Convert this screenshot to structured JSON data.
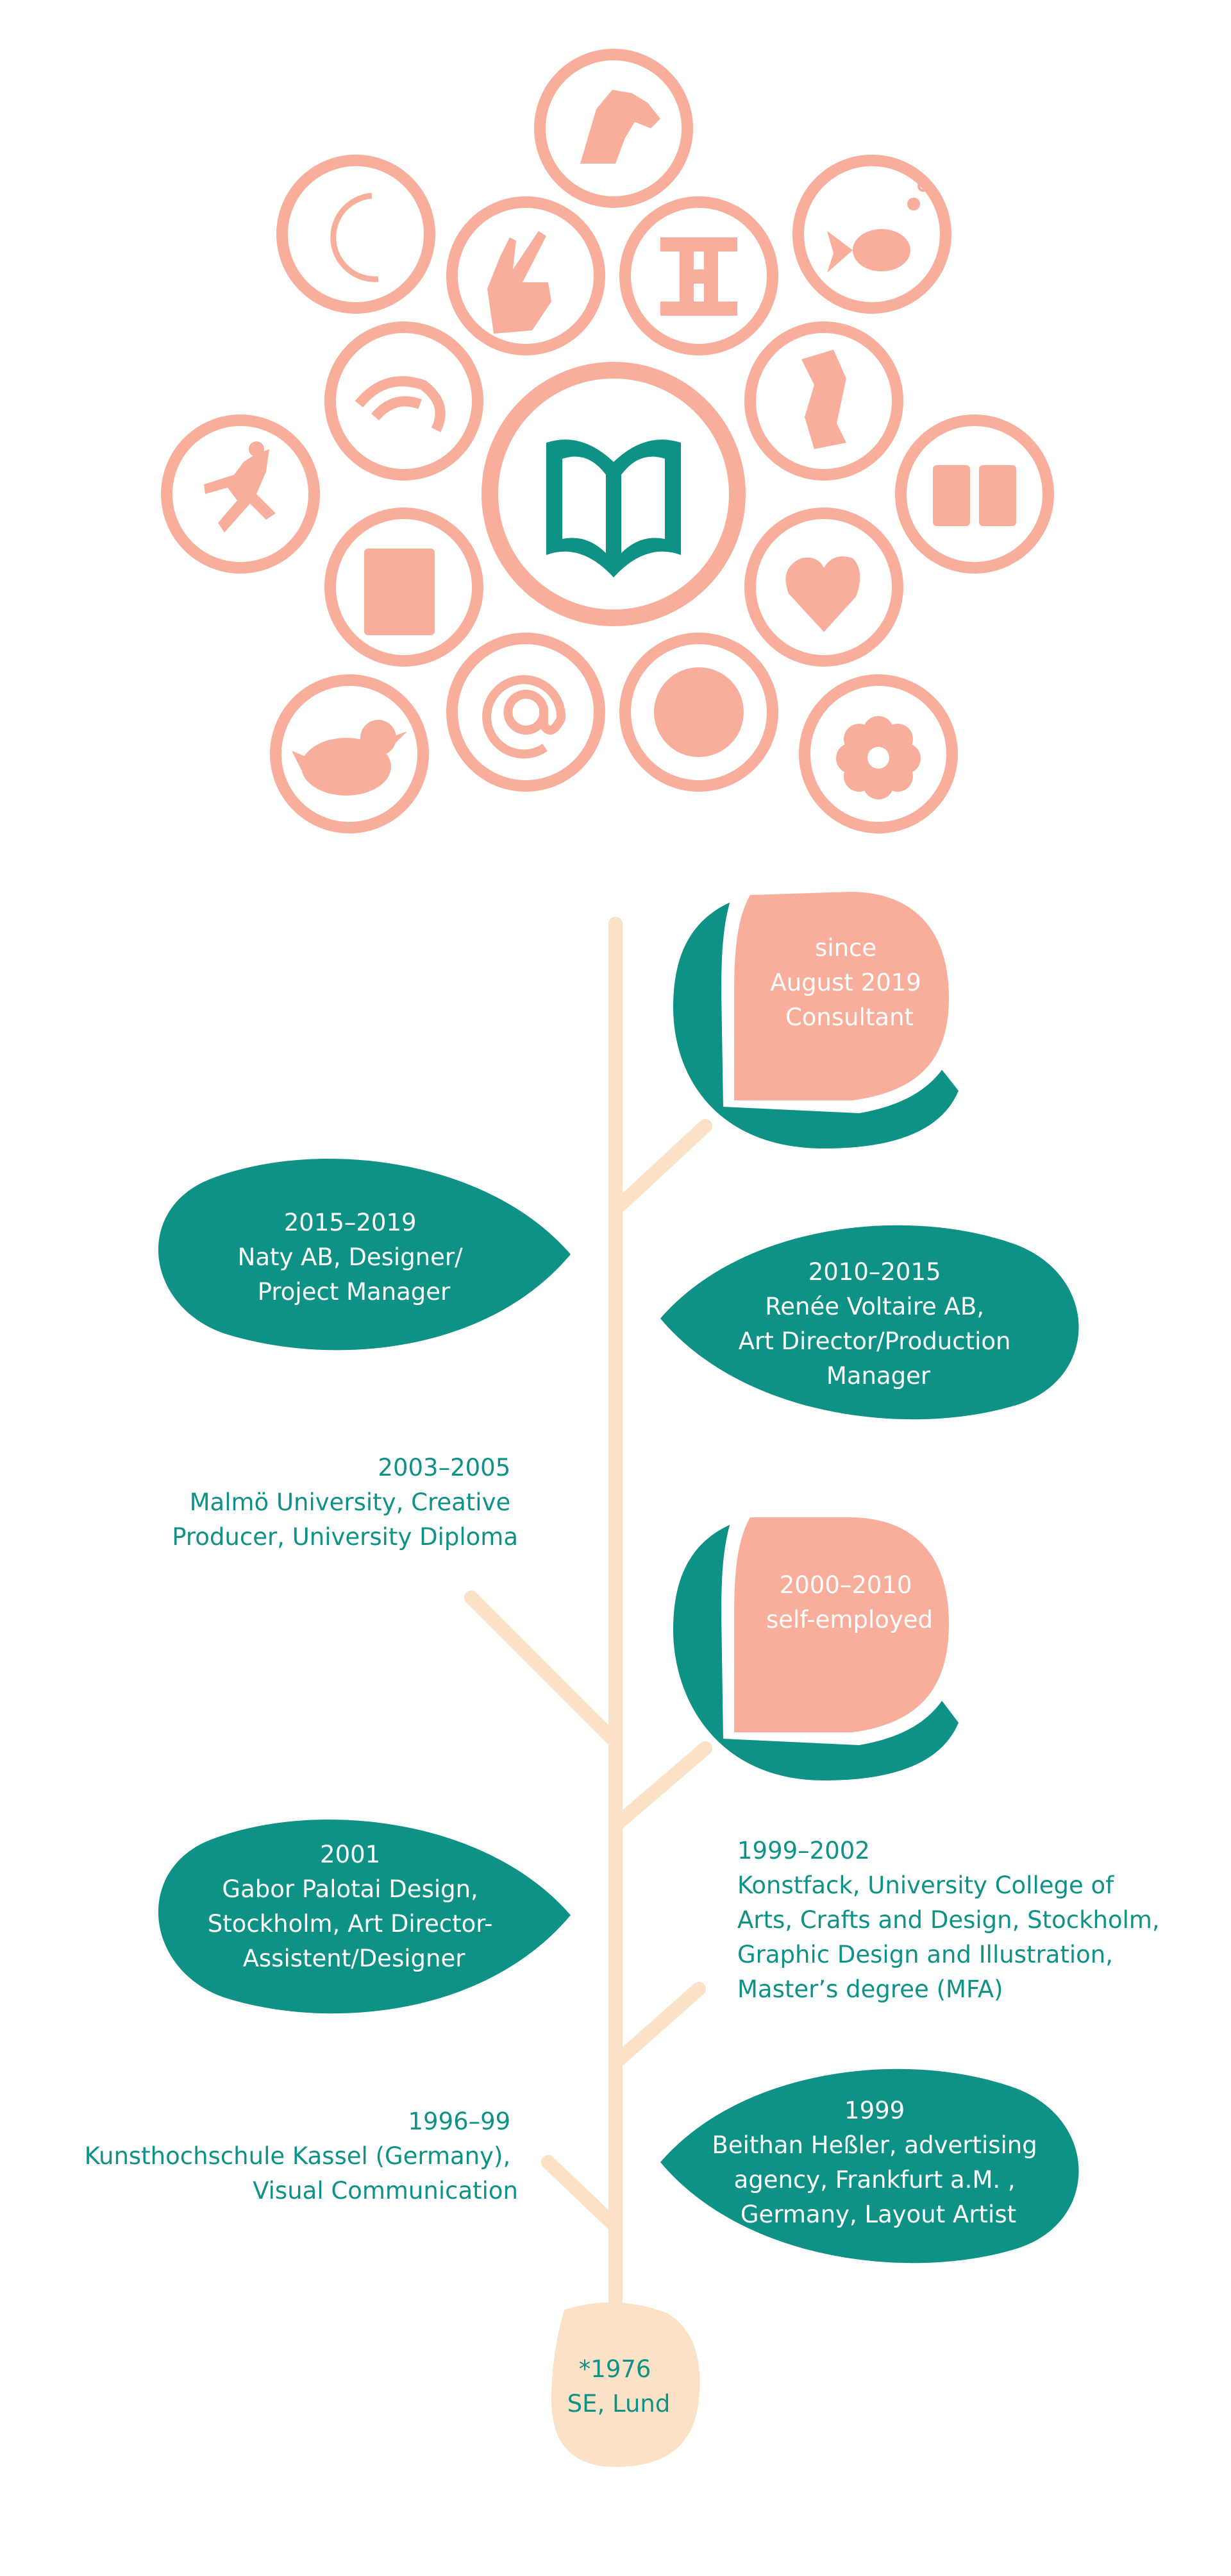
{
  "colors": {
    "salmon": "#F9AE9B",
    "teal": "#0E9286",
    "stem": "#FBE1C5",
    "white": "#FFFFFF"
  },
  "flower": {
    "center_icon": "open-book-icon",
    "petal_icons": [
      "horse-head-icon",
      "crescent-icon",
      "peace-hand-icon",
      "h-letter-icon",
      "fish-icon",
      "swirl-icon",
      "feather-icon",
      "stamps-icon",
      "running-figure-icon",
      "book-icon",
      "heart-icon",
      "bird-icon",
      "at-sign-icon",
      "dot-icon",
      "donut-icon"
    ]
  },
  "timeline": {
    "bud_2019": {
      "lines": [
        "since",
        "August 2019",
        "Consultant"
      ]
    },
    "leaf_2015": {
      "lines": [
        "2015–2019",
        "Naty AB, Designer/",
        "Project Manager"
      ]
    },
    "leaf_2010": {
      "lines": [
        "2010–2015",
        "Renée Voltaire AB,",
        "Art Director/Production",
        "Manager"
      ]
    },
    "text_2003": {
      "lines": [
        "2003–2005",
        "Malmö University, Creative",
        "Producer, University Diploma"
      ]
    },
    "bud_2000": {
      "lines": [
        "2000–2010",
        "self-employed"
      ]
    },
    "leaf_2001": {
      "lines": [
        "2001",
        "Gabor Palotai Design,",
        "Stockholm, Art Director-",
        "Assistent/Designer"
      ]
    },
    "text_1999_2002": {
      "lines": [
        "1999–2002",
        "Konstfack, University College of",
        "Arts, Crafts and Design, Stockholm,",
        "Graphic Design and Illustration,",
        "Master’s degree (MFA)"
      ]
    },
    "text_1996": {
      "lines": [
        "1996–99",
        "Kunsthochschule Kassel (Germany),",
        "Visual Communication"
      ]
    },
    "leaf_1999": {
      "lines": [
        "1999",
        "Beithan Heßler, advertising",
        "agency, Frankfurt a.M. ,",
        "Germany, Layout Artist"
      ]
    },
    "seed": {
      "lines": [
        "*1976",
        "SE, Lund"
      ]
    }
  }
}
